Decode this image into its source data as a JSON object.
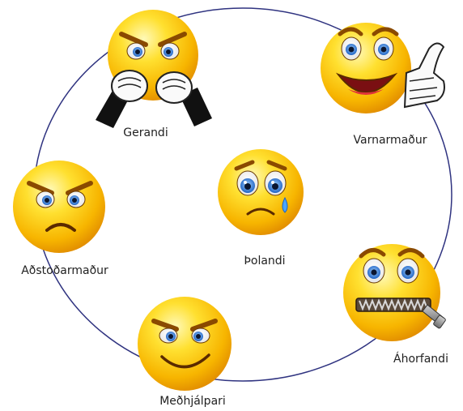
{
  "diagram": {
    "center": {
      "label": "Þolandi",
      "icon": "crying-face-icon"
    },
    "roles": [
      {
        "label": "Gerandi",
        "icon": "angry-fist-face-icon"
      },
      {
        "label": "Varnarmaður",
        "icon": "smiling-thumbs-up-face-icon"
      },
      {
        "label": "Áhorfandi",
        "icon": "zipped-mouth-face-icon"
      },
      {
        "label": "Meðhjálpari",
        "icon": "smirking-face-icon"
      },
      {
        "label": "Aðstoðarmaður",
        "icon": "frowning-angry-face-icon"
      }
    ]
  }
}
